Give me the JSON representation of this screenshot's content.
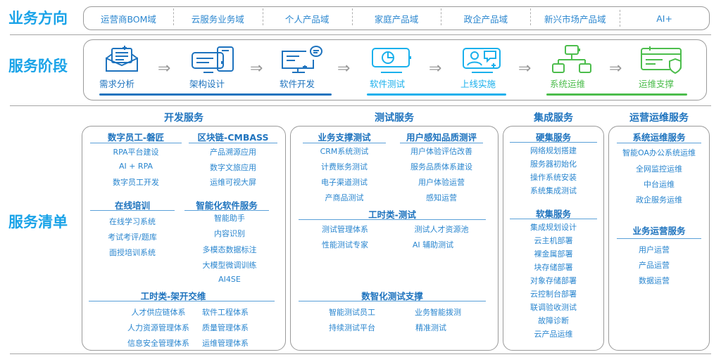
{
  "rows": {
    "business_direction": "业务方向",
    "service_stage": "服务阶段",
    "service_list": "服务清单"
  },
  "directions": [
    "运营商BOM域",
    "云服务业务域",
    "个人产品域",
    "家庭产品域",
    "政企产品域",
    "新兴市场产品域",
    "AI+"
  ],
  "stages": [
    {
      "label": "需求分析",
      "icon": "envelope-document-icon",
      "color": "#1e73be"
    },
    {
      "label": "架构设计",
      "icon": "devices-icon",
      "color": "#1e73be"
    },
    {
      "label": "软件开发",
      "icon": "monitor-chat-icon",
      "color": "#1e73be"
    },
    {
      "label": "软件测试",
      "icon": "pie-chart-screen-icon",
      "color": "#1ab0ec"
    },
    {
      "label": "上线实施",
      "icon": "user-chat-screen-icon",
      "color": "#1ab0ec"
    },
    {
      "label": "系统运维",
      "icon": "hierarchy-icon",
      "color": "#4cbd4c"
    },
    {
      "label": "运维支撑",
      "icon": "card-shield-icon",
      "color": "#4cbd4c"
    }
  ],
  "stage_arrow": "⇒",
  "colors": {
    "dev": "#1e73be",
    "test": "#1ab0ec",
    "ops": "#4cbd4c",
    "label": "#1aa3e8"
  },
  "categories": {
    "dev": {
      "title": "开发服务",
      "groups": [
        {
          "title": "数字员工-磐匠",
          "items": [
            "RPA平台建设",
            "AI + RPA",
            "数字员工开发"
          ]
        },
        {
          "title": "区块链-CMBASS",
          "items": [
            "产品溯源应用",
            "数字文旅应用",
            "运维可视大屏"
          ]
        },
        {
          "title": "在线培训",
          "items": [
            "在线学习系统",
            "考试考评/题库",
            "面授培训系统"
          ]
        },
        {
          "title": "智能化软件服务",
          "items": [
            "智能助手",
            "内容识别",
            "多模态数据标注",
            "大模型微调训练",
            "AI4SE"
          ]
        },
        {
          "title": "工时类-架开交维",
          "items": [
            "人才供应链体系",
            "软件工程体系",
            "人力资源管理体系",
            "质量管理体系",
            "信息安全管理体系",
            "运维管理体系"
          ]
        }
      ]
    },
    "test": {
      "title": "测试服务",
      "groups": [
        {
          "title": "业务支撑测试",
          "items": [
            "CRM系统测试",
            "计费账务测试",
            "电子渠道测试",
            "产商品测试"
          ]
        },
        {
          "title": "用户感知品质测评",
          "items": [
            "用户体验评估改善",
            "服务品质体系建设",
            "用户体验运营",
            "感知运营"
          ]
        },
        {
          "title": "工时类-测试",
          "items": [
            "测试管理体系",
            "测试人才资源池",
            "性能测试专家",
            "AI 辅助测试"
          ]
        },
        {
          "title": "数智化测试支撑",
          "items": [
            "智能测试员工",
            "业务智能拨测",
            "持续测试平台",
            "精准测试"
          ]
        }
      ]
    },
    "integration": {
      "title": "集成服务",
      "groups": [
        {
          "title": "硬集服务",
          "items": [
            "网络规划搭建",
            "服务器初始化",
            "操作系统安装",
            "系统集成测试"
          ]
        },
        {
          "title": "软集服务",
          "items": [
            "集成规划设计",
            "云主机部署",
            "裸金属部署",
            "块存储部署",
            "对象存储部署",
            "云控制台部署",
            "联调验收测试",
            "故障诊断",
            "云产品运维"
          ]
        }
      ]
    },
    "ops": {
      "title": "运营运维服务",
      "groups": [
        {
          "title": "系统运维服务",
          "items": [
            "智能OA办公系统运维",
            "全网监控运维",
            "中台运维",
            "政企服务运维"
          ]
        },
        {
          "title": "业务运营服务",
          "items": [
            "用户运营",
            "产品运营",
            "数据运营"
          ]
        }
      ]
    }
  }
}
